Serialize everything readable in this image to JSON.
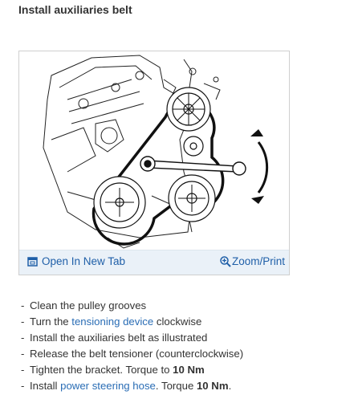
{
  "page": {
    "title": "Install auxiliaries belt"
  },
  "figure": {
    "open_tab_label": "Open In New Tab",
    "zoom_label": "Zoom/Print",
    "colors": {
      "link": "#1f5fa8",
      "toolbar_bg": "#eaf1f8"
    }
  },
  "steps": [
    {
      "dash": "-",
      "text": "Clean the pulley grooves"
    },
    {
      "dash": "-",
      "before": "Turn the ",
      "link": "tensioning device",
      "after": " clockwise"
    },
    {
      "dash": "-",
      "text": "Install the auxiliaries belt as illustrated"
    },
    {
      "dash": "-",
      "text": "Release the belt tensioner (counterclockwise)"
    },
    {
      "dash": "-",
      "before": "Tighten the bracket. Torque to ",
      "bold": "10 Nm"
    },
    {
      "dash": "-",
      "before": "Install ",
      "link": "power steering hose",
      "after": ". Torque ",
      "bold": "10 Nm",
      "tail": "."
    }
  ]
}
